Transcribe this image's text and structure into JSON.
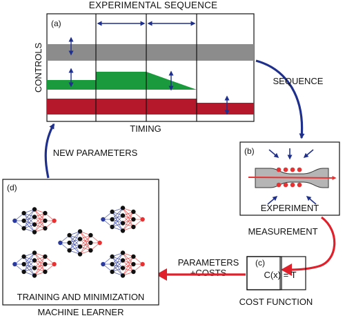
{
  "title": "EXPERIMENTAL SEQUENCE",
  "panel_a": {
    "tag": "(a)",
    "y_label": "CONTROLS",
    "x_label": "TIMING"
  },
  "panel_b": {
    "tag": "(b)",
    "label": "EXPERIMENT"
  },
  "panel_c": {
    "tag": "(c)",
    "formula": "C(x) = T",
    "label": "COST FUNCTION"
  },
  "panel_d": {
    "tag": "(d)",
    "inner_label": "TRAINING AND MINIMIZATION",
    "label": "MACHINE LEARNER"
  },
  "flows": {
    "sequence": "SEQUENCE",
    "measurement": "MEASUREMENT",
    "params_line1": "PARAMETERS",
    "params_line2": "+COSTS",
    "new_parameters": "NEW PARAMETERS"
  },
  "colors": {
    "gray_band": "#8c8c8c",
    "green_band": "#1a9a3c",
    "red_band": "#b5182b",
    "navy": "#1f2f8c",
    "red_arrow": "#e0202a",
    "atom_red": "#e63232",
    "node_black": "#111111",
    "node_blue": "#2a3aa0",
    "node_red": "#e63232"
  }
}
